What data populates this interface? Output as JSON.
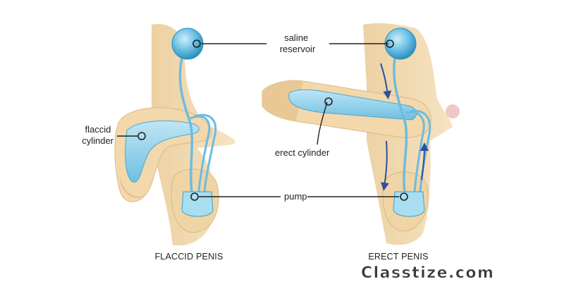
{
  "labels": {
    "saline_reservoir": [
      "saline",
      "reservoir"
    ],
    "flaccid_cylinder": [
      "flaccid",
      "cylinder"
    ],
    "erect_cylinder": "erect cylinder",
    "pump": "pump"
  },
  "captions": {
    "left": "FLACCID PENIS",
    "right": "ERECT PENIS"
  },
  "watermark": "Classtize.com",
  "colors": {
    "skin": "#f3dcb4",
    "skin_dark": "#e2c493",
    "device_blue": "#8fd0e8",
    "device_blue_dark": "#3d9fcc",
    "arrow": "#2f4f9e"
  }
}
